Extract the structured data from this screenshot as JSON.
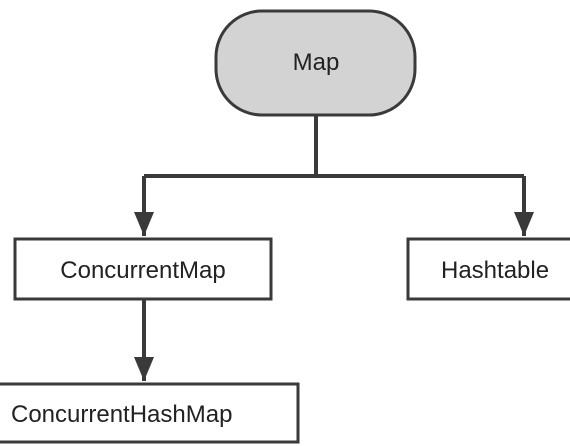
{
  "nodes": {
    "map": {
      "label": "Map"
    },
    "concurrent_map": {
      "label": "ConcurrentMap"
    },
    "hashtable": {
      "label": "Hashtable"
    },
    "concurrent_hash_map": {
      "label": "ConcurrentHashMap"
    }
  },
  "colors": {
    "root_fill": "#d3d3d3",
    "box_fill": "#ffffff",
    "stroke": "#3a3a3a",
    "text": "#222222"
  }
}
